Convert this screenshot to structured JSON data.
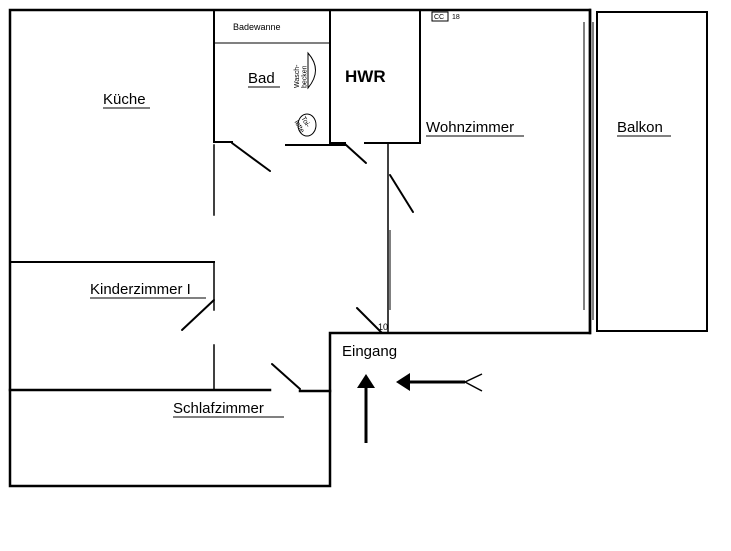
{
  "rooms": {
    "kueche": "Küche",
    "badewanne": "Badewanne",
    "bad": "Bad",
    "waschbecken": "Wasch-\nbecken",
    "toilette": "Toi-\nlette",
    "hwr": "HWR",
    "wohnzimmer": "Wohnzimmer",
    "balkon": "Balkon",
    "kinderzimmer": "Kinderzimmer I",
    "schlafzimmer": "Schlafzimmer",
    "eingang": "Eingang"
  },
  "annotations": {
    "code_cc": "CC",
    "code_18": "18",
    "dim_10": "10"
  },
  "icons": {
    "entrance_arrow_up": "arrow-up-icon",
    "entrance_arrow_left": "arrow-left-icon"
  }
}
